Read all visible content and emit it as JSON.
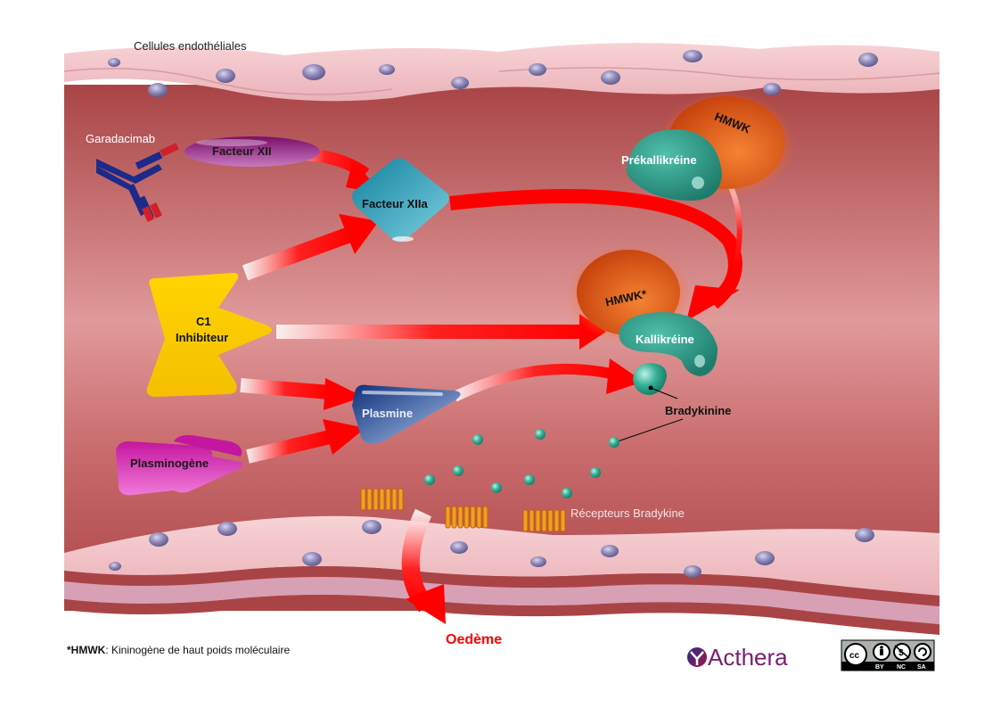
{
  "diagram": {
    "labels": {
      "endothelial_cells": "Cellules endothéliales",
      "garadacimab": "Garadacimab",
      "factor_xii": "Facteur XII",
      "factor_xiia": "Facteur XIIa",
      "hmwk": "HMWK",
      "prekallikrein": "Prékallikréine",
      "hmwk_star": "HMWK*",
      "kallikrein": "Kallikréine",
      "c1_line1": "C1",
      "c1_line2": "Inhibiteur",
      "plasmin": "Plasmine",
      "plasminogen": "Plasminogène",
      "bradykinin": "Bradykinine",
      "bradykinin_receptors": "Récepteurs Bradykine",
      "oedema": "Oedème"
    },
    "footnote": {
      "term": "*HMWK",
      "definition": ": Kininogène de haut poids moléculaire"
    },
    "logo": {
      "name": "Acthera"
    },
    "license": {
      "badges": [
        "BY",
        "NC",
        "SA"
      ],
      "cc": "cc"
    },
    "colors": {
      "vessel": "#b04e50",
      "arrow": "#ff0000",
      "oedema_text": "#ff0000",
      "factor_xii": "#8a1a7a",
      "factor_xiia": "#1a8aa8",
      "hmwk": "#d9480f",
      "kallikrein": "#2a9a88",
      "c1": "#ffcc00",
      "plasmin": "#1c3f8a",
      "plasminogen": "#d21fb0",
      "logo": "#7a1e6e"
    }
  }
}
